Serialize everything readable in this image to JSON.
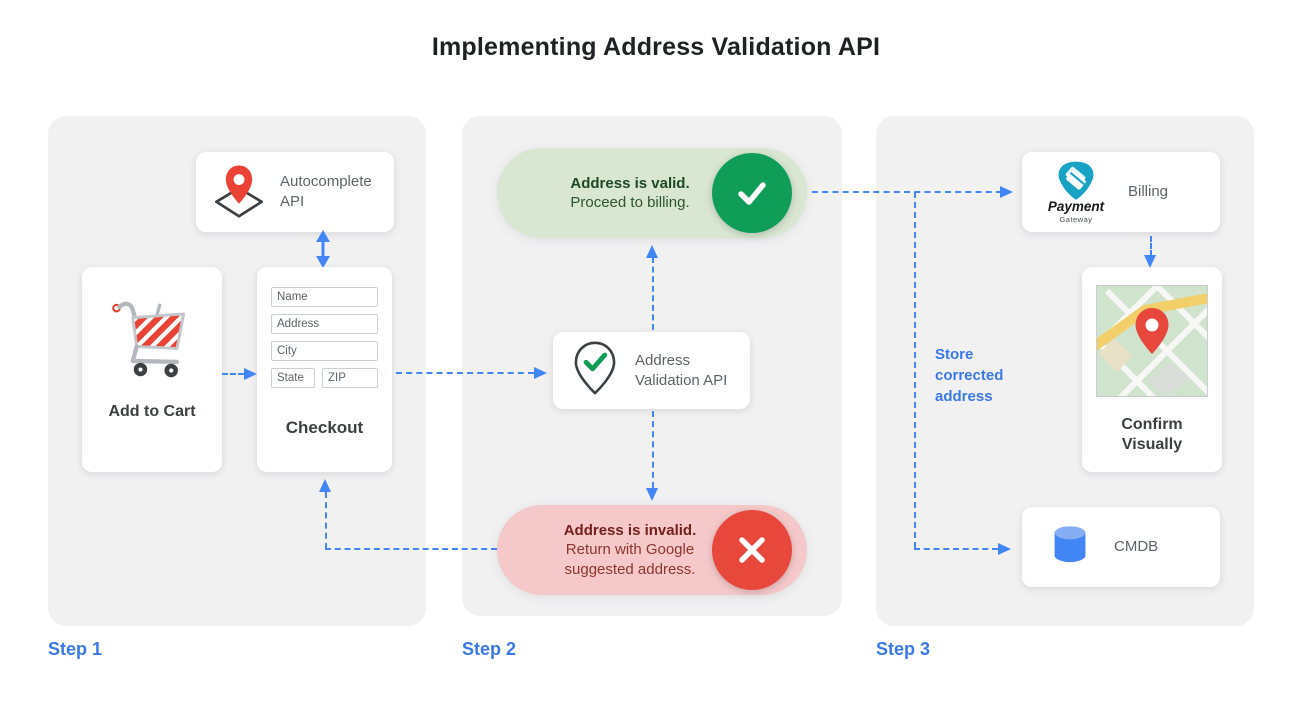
{
  "title": "Implementing Address Validation API",
  "colors": {
    "arrow_blue": "#4285f4",
    "step_label_blue": "#3b78e8",
    "valid_pill_bg": "#d8e6d2",
    "valid_badge_green": "#0f9d58",
    "invalid_pill_bg": "#f5c9ca",
    "invalid_badge_red": "#e8483c",
    "panel_gray": "#f1f1f2",
    "pin_red": "#ea4335",
    "cmdb_blue": "#4285f4",
    "payment_teal": "#18a3c4"
  },
  "step1": {
    "label": "Step 1",
    "autocomplete_card": {
      "label": "Autocomplete API"
    },
    "add_to_cart_card": {
      "label": "Add to Cart"
    },
    "checkout_card": {
      "fields": [
        "Name",
        "Address",
        "City",
        "State",
        "ZIP"
      ],
      "label": "Checkout"
    }
  },
  "step2": {
    "label": "Step 2",
    "valid_pill": {
      "heading": "Address is valid.",
      "body": "Proceed to billing."
    },
    "validation_card": {
      "label": "Address Validation API"
    },
    "invalid_pill": {
      "heading": "Address is invalid.",
      "body": "Return with Google suggested address."
    }
  },
  "step3": {
    "label": "Step 3",
    "billing_card": {
      "label": "Billing",
      "logo_title": "Payment",
      "logo_subtitle": "Gateway"
    },
    "store_note": "Store corrected address",
    "confirm_card": {
      "label": "Confirm Visually"
    },
    "cmdb_card": {
      "label": "CMDB"
    }
  }
}
